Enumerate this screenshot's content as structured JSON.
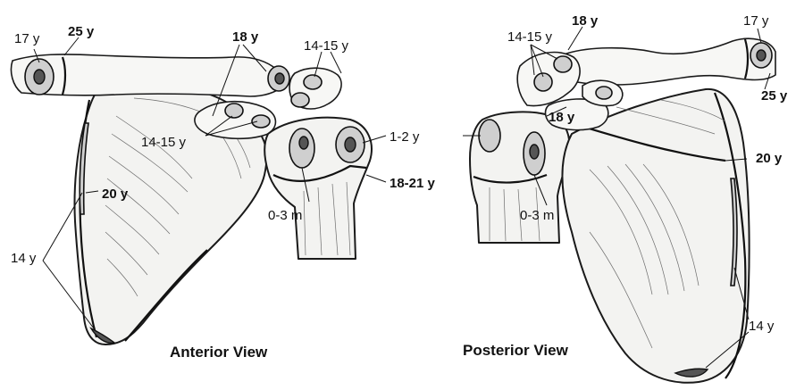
{
  "anterior": {
    "title": "Anterior View",
    "labels": {
      "clavicle_medial": "17 y",
      "clavicle_medial_2": "25 y",
      "acromion_top": "18 y",
      "acromion_right": "14-15 y",
      "coracoid": "14-15 y",
      "humeral_head": "1-2 y",
      "humeral_physis": "18-21 y",
      "lesser_tub": "0-3 m",
      "medial_border": "20 y",
      "inferior_angle": "14 y"
    }
  },
  "posterior": {
    "title": "Posterior View",
    "labels": {
      "acromion_top": "14-15 y",
      "acromion_18": "18 y",
      "clavicle_lat": "17 y",
      "clavicle_lat_2": "25 y",
      "acromion_base": "18 y",
      "medial_border": "20 y",
      "greater_tub": "0-3 m",
      "inferior_angle": "14 y"
    }
  }
}
